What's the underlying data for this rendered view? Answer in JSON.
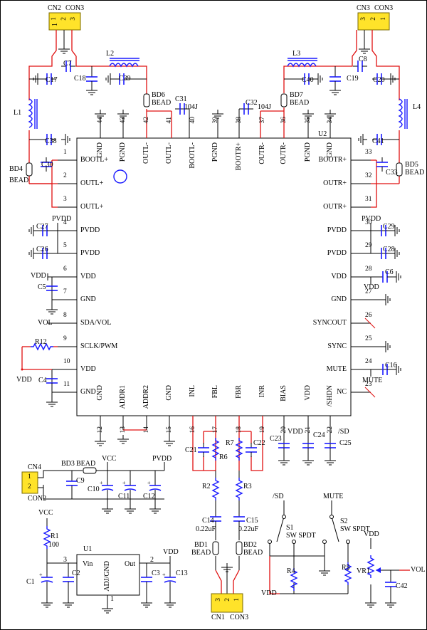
{
  "ic": {
    "name": "U2",
    "left_pins": [
      {
        "num": "1",
        "name": "BOOTL+"
      },
      {
        "num": "2",
        "name": "OUTL+"
      },
      {
        "num": "3",
        "name": "OUTL+"
      },
      {
        "num": "4",
        "name": "PVDD"
      },
      {
        "num": "5",
        "name": "PVDD"
      },
      {
        "num": "6",
        "name": "VDD"
      },
      {
        "num": "7",
        "name": "GND"
      },
      {
        "num": "8",
        "name": "SDA/VOL"
      },
      {
        "num": "9",
        "name": "SCLK/PWM"
      },
      {
        "num": "10",
        "name": "VDD"
      },
      {
        "num": "11",
        "name": "GND"
      }
    ],
    "right_pins": [
      {
        "num": "33",
        "name": "BOOTR+"
      },
      {
        "num": "32",
        "name": "OUTR+"
      },
      {
        "num": "31",
        "name": "OUTR+"
      },
      {
        "num": "30",
        "name": "PVDD"
      },
      {
        "num": "29",
        "name": "PVDD"
      },
      {
        "num": "28",
        "name": "VDD"
      },
      {
        "num": "27",
        "name": "GND"
      },
      {
        "num": "26",
        "name": "SYNCOUT"
      },
      {
        "num": "25",
        "name": "SYNC"
      },
      {
        "num": "24",
        "name": "MUTE"
      },
      {
        "num": "23",
        "name": "NC"
      }
    ],
    "top_pins": [
      {
        "num": "44",
        "name": "GND"
      },
      {
        "num": "43",
        "name": "PGND"
      },
      {
        "num": "42",
        "name": "OUTL-"
      },
      {
        "num": "41",
        "name": "OUTL-"
      },
      {
        "num": "40",
        "name": "BOOTL-"
      },
      {
        "num": "39",
        "name": "PGND"
      },
      {
        "num": "38",
        "name": "BOOTR+"
      },
      {
        "num": "37",
        "name": "OUTR-"
      },
      {
        "num": "36",
        "name": "OUTR-"
      },
      {
        "num": "35",
        "name": "PGND"
      },
      {
        "num": "34",
        "name": "GND"
      }
    ],
    "bottom_pins": [
      {
        "num": "12",
        "name": "GND"
      },
      {
        "num": "13",
        "name": "ADDR1"
      },
      {
        "num": "14",
        "name": "ADDR2"
      },
      {
        "num": "15",
        "name": "GND"
      },
      {
        "num": "16",
        "name": "INL"
      },
      {
        "num": "17",
        "name": "FBL"
      },
      {
        "num": "18",
        "name": "FBR"
      },
      {
        "num": "19",
        "name": "INR"
      },
      {
        "num": "20",
        "name": "BIAS"
      },
      {
        "num": "21",
        "name": "VDD"
      },
      {
        "num": "22",
        "name": "/SHDN"
      }
    ]
  },
  "labels": {
    "cn2": "CN2",
    "con3_tl": "CON3",
    "cn3": "CN3",
    "con3_tr": "CON3",
    "c7": "C7",
    "c8": "C8",
    "l2": "L2",
    "l3": "L3",
    "c17": "C17",
    "c18": "C18",
    "c39": "C39",
    "c40": "C40",
    "c19": "C19",
    "c20": "C20",
    "bd6": "BD6",
    "bead6": "BEAD",
    "bd7": "BD7",
    "bead7": "BEAD",
    "c31": "C31",
    "v104j_1": "104J",
    "c32": "C32",
    "v104j_2": "104J",
    "l1": "L1",
    "l4": "L4",
    "c38": "C38",
    "c41": "C41",
    "bd4": "BD4",
    "bead4": "BEAD",
    "bd5": "BD5",
    "bead5": "BEAD",
    "c30": "C30",
    "c33": "C33",
    "pvdd_l": "PVDD",
    "pvdd_r": "PVDD",
    "c27": "C27",
    "c26": "C26",
    "c29": "C29",
    "c28": "C28",
    "vdd_6": "VDD",
    "c5": "C5",
    "vdd_28": "VDD",
    "c6": "C6",
    "vol": "VOL",
    "r12": "R12",
    "vdd_10": "VDD",
    "c4": "C4",
    "mute": "MUTE",
    "c16": "C16",
    "c21": "C21",
    "r6": "R6",
    "r7": "R7",
    "c22": "C22",
    "c23": "C23",
    "vdd_21": "VDD",
    "c24": "C24",
    "sd": "/SD",
    "c25": "C25",
    "r2": "R2",
    "r3": "R3",
    "c14": "C14",
    "c14v": "0.22uF",
    "c15": "C15",
    "c15v": "0.22uF",
    "bd1": "BD1",
    "bead1": "BEAD",
    "bd2": "BD2",
    "bead2": "BEAD",
    "cn1": "CN1",
    "con3_b": "CON3",
    "cn4": "CN4",
    "con2": "CON2",
    "bd3": "BD3",
    "bead3": "BEAD",
    "vcc_top": "VCC",
    "pvdd_ps": "PVDD",
    "c9": "C9",
    "c10": "C10",
    "c11": "C11",
    "c12": "C12",
    "vcc_r1": "VCC",
    "r1": "R1",
    "r1v": "100",
    "u1": "U1",
    "vin": "Vin",
    "out": "Out",
    "adj": "ADJ/GND",
    "u1_p3": "3",
    "u1_p2": "2",
    "u1_p1": "1",
    "c1": "C1",
    "c2": "C2",
    "c3": "C3",
    "c13": "C13",
    "vdd_u1": "VDD",
    "sd_sw": "/SD",
    "mute_sw": "MUTE",
    "s1": "S1",
    "s1t": "SW SPDT",
    "s2": "S2",
    "s2t": "SW SPDT",
    "r4": "R4",
    "r5": "R5",
    "vdd_sw": "VDD",
    "vdd_vr": "VDD",
    "vr1": "VR1",
    "c42": "C42",
    "vol_out": "VOL",
    "cn_pin_1": "1",
    "cn_pin_2": "2",
    "cn_pin_3": "3"
  }
}
